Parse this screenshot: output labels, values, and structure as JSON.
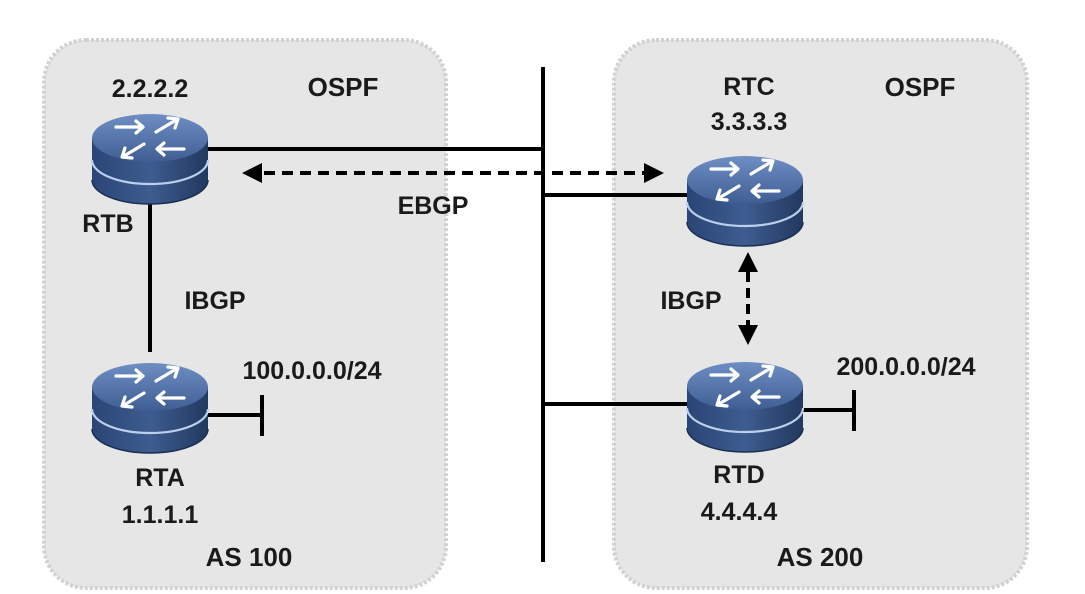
{
  "as_left": {
    "area_label": "OSPF",
    "as_label": "AS 100"
  },
  "as_right": {
    "area_label": "OSPF",
    "as_label": "AS 200"
  },
  "routers": {
    "rtb": {
      "name": "RTB",
      "router_id": "2.2.2.2"
    },
    "rta": {
      "name": "RTA",
      "router_id": "1.1.1.1"
    },
    "rtc": {
      "name": "RTC",
      "router_id": "3.3.3.3"
    },
    "rtd": {
      "name": "RTD",
      "router_id": "4.4.4.4"
    }
  },
  "sessions": {
    "ebgp": "EBGP",
    "ibgp_left": "IBGP",
    "ibgp_right": "IBGP"
  },
  "networks": {
    "left": "100.0.0.0/24",
    "right": "200.0.0.0/24"
  },
  "colors": {
    "zone_fill": "#e6e6e6",
    "zone_border": "#d2d2d2",
    "router_body": "#3b5788",
    "router_dark": "#243a62",
    "line": "#000000",
    "text": "#1a1a1a"
  },
  "icons": {
    "router": "router-icon"
  }
}
